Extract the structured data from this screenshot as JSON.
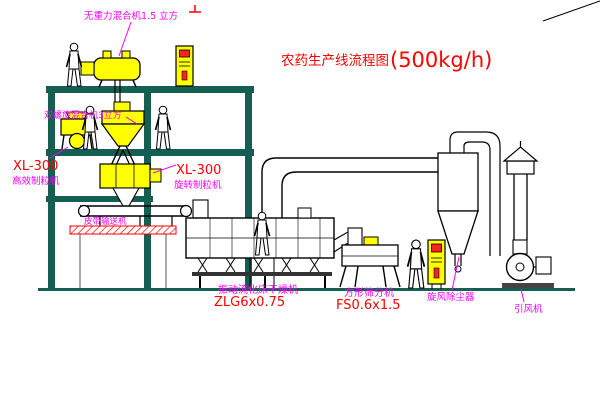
{
  "title": {
    "main": "农药生产线流程图",
    "capacity": "(500kg/h)"
  },
  "labels": {
    "top_mixer": "无重力混合机1.5 立方",
    "screw_mixer": "双螺旋混合机3立方",
    "granulator_left_model": "XL-300",
    "granulator_left_name": "高效制粒机",
    "granulator_mid_model": "XL-300",
    "granulator_mid_name": "旋转制粒机",
    "belt_conveyor": "皮带输送机",
    "dryer_name": "振动流化床干燥机",
    "dryer_model": "ZLG6x0.75",
    "sieve_name": "方形筛分机",
    "sieve_model": "FS0.6x1.5",
    "cyclone_name": "旋风除尘器",
    "fan_name": "引风机"
  },
  "colors": {
    "background": "#ffffff",
    "structure_green": "#155e52",
    "equipment_yellow": "#ffff00",
    "line_black": "#000000",
    "label_magenta": "#ff00ff",
    "label_red": "#ff0000",
    "hatch_red": "#ff0000"
  }
}
